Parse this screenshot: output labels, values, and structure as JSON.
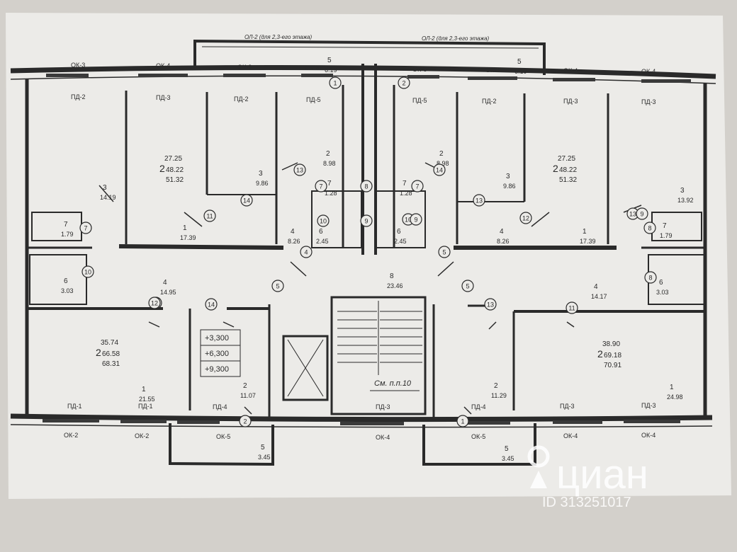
{
  "drawing": {
    "parapet_top": [
      "ОЛ-2 (для 2,3-его этажа)",
      "ОЛ-2 (для 2,3-его этажа)"
    ],
    "elevations": [
      "+3,300",
      "+6,300",
      "+9,300"
    ],
    "stair_note": "См. п.п.10",
    "windows_top": [
      "ОК-3",
      "ОК-4",
      "ОК-3",
      "ОК-6",
      "ОК-6",
      "ОК-3",
      "ОК-4",
      "ОК-4"
    ],
    "doors_top": [
      "ПД-2",
      "ПД-3",
      "ПД-2",
      "ПД-5",
      "ПД-5",
      "ПД-2",
      "ПД-3",
      "ПД-3"
    ],
    "windows_bottom": [
      "ОК-2",
      "ОК-2",
      "ОК-5",
      "ОК-4",
      "ОК-5",
      "ОК-4",
      "ОК-4"
    ],
    "doors_bottom": [
      "ПД-1",
      "ПД-1",
      "ПД-4",
      "ПД-3",
      "ПД-4",
      "ПД-3",
      "ПД-3"
    ],
    "apartments": [
      {
        "area_living": "27.25",
        "rooms": "2",
        "area_total": "48.22",
        "area_full": "51.32"
      },
      {
        "area_living": "27.25",
        "rooms": "2",
        "area_total": "48.22",
        "area_full": "51.32"
      },
      {
        "area_living": "35.74",
        "rooms": "2",
        "area_total": "66.58",
        "area_full": "68.31"
      },
      {
        "area_living": "38.90",
        "rooms": "2",
        "area_total": "69.18",
        "area_full": "70.91"
      }
    ],
    "rooms": [
      {
        "n": "5",
        "a": "6.19"
      },
      {
        "n": "5",
        "a": "6.19"
      },
      {
        "n": "3",
        "a": "14.19"
      },
      {
        "n": "3",
        "a": "9.86"
      },
      {
        "n": "2",
        "a": "8.98"
      },
      {
        "n": "2",
        "a": "8.98"
      },
      {
        "n": "3",
        "a": "9.86"
      },
      {
        "n": "3",
        "a": "13.92"
      },
      {
        "n": "7",
        "a": "1.28"
      },
      {
        "n": "7",
        "a": "1.28"
      },
      {
        "n": "7",
        "a": "1.79"
      },
      {
        "n": "7",
        "a": "1.79"
      },
      {
        "n": "1",
        "a": "17.39"
      },
      {
        "n": "4",
        "a": "8.26"
      },
      {
        "n": "6",
        "a": "2.45"
      },
      {
        "n": "6",
        "a": "2.45"
      },
      {
        "n": "4",
        "a": "8.26"
      },
      {
        "n": "1",
        "a": "17.39"
      },
      {
        "n": "6",
        "a": "3.03"
      },
      {
        "n": "6",
        "a": "3.03"
      },
      {
        "n": "4",
        "a": "14.95"
      },
      {
        "n": "8",
        "a": "23.46"
      },
      {
        "n": "4",
        "a": "14.17"
      },
      {
        "n": "1",
        "a": "21.55"
      },
      {
        "n": "2",
        "a": "11.07"
      },
      {
        "n": "2",
        "a": "11.29"
      },
      {
        "n": "1",
        "a": "24.98"
      },
      {
        "n": "5",
        "a": "3.45"
      },
      {
        "n": "5",
        "a": "3.45"
      }
    ],
    "markers": [
      "1",
      "2",
      "13",
      "14",
      "7",
      "8",
      "11",
      "12",
      "10",
      "9",
      "4",
      "5",
      "5",
      "5",
      "12",
      "14",
      "13",
      "11",
      "2",
      "1",
      "7",
      "8",
      "13",
      "12",
      "10",
      "9",
      "13",
      "14",
      "7",
      "8",
      "10",
      "9"
    ]
  },
  "watermark": {
    "brand": "циан",
    "listing_id": "ID 313251017"
  },
  "colors": {
    "paper": "#ecebe8",
    "ink": "#2a2a2a",
    "background": "#d9d6d1"
  }
}
